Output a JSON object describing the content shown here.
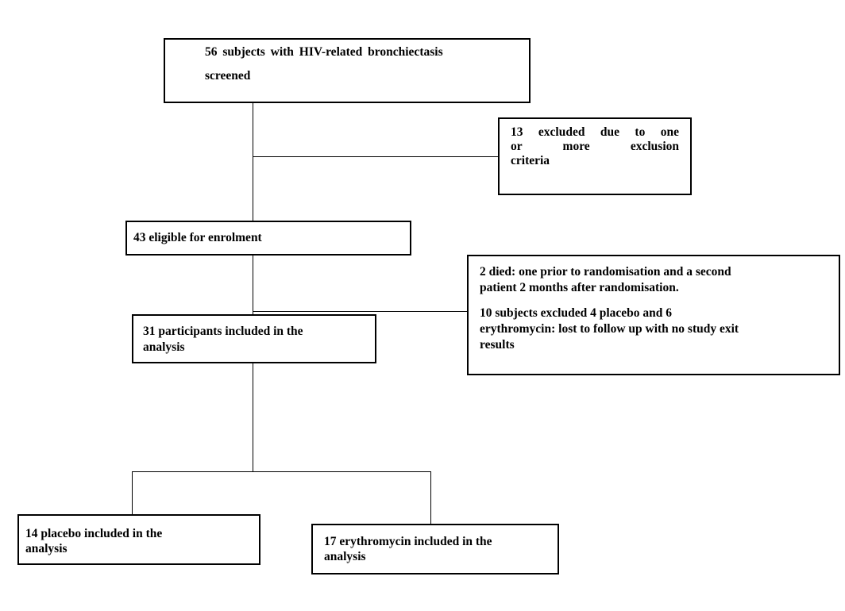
{
  "flowchart": {
    "screened": {
      "line1": "56 subjects with HIV-related bronchiectasis",
      "line2": "screened"
    },
    "excluded_criteria": {
      "line1": "13 excluded due to one",
      "line2": "or more exclusion",
      "line3": "criteria"
    },
    "eligible": {
      "label": "43 eligible for enrolment"
    },
    "losses": {
      "died_line1": "2 died: one prior to randomisation and a second",
      "died_line2": "patient 2 months after randomisation.",
      "lost_line1": "10 subjects excluded 4 placebo and 6",
      "lost_line2": "erythromycin: lost to follow up with no study exit",
      "lost_line3": "results"
    },
    "analysed": {
      "line1": "31 participants included in the",
      "line2": "analysis"
    },
    "placebo_arm": {
      "line1": "14 placebo included in the",
      "line2": "analysis"
    },
    "erythromycin_arm": {
      "line1": "17 erythromycin included in the",
      "line2": "analysis"
    }
  }
}
